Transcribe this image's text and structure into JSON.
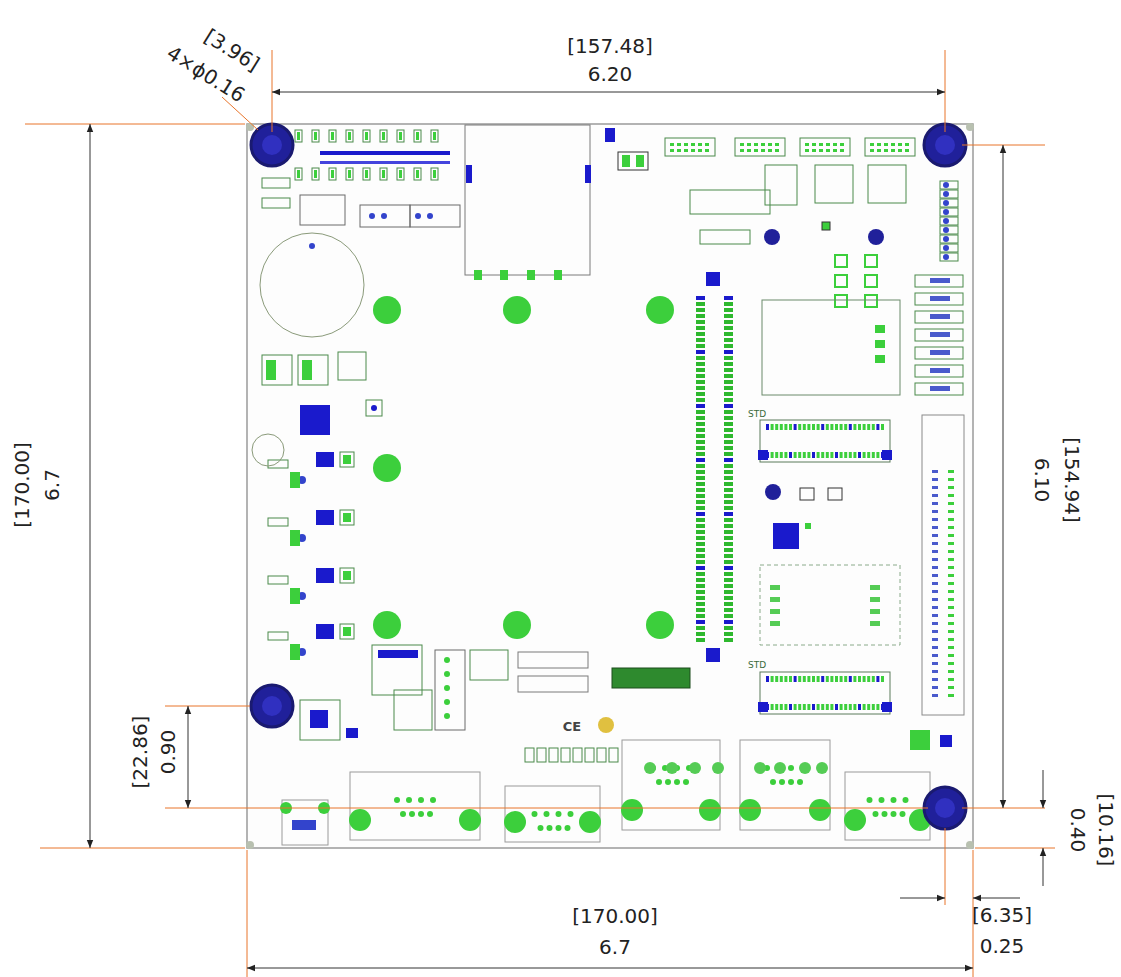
{
  "diagram": {
    "labels": [
      "[3.96]",
      "4×ϕ0.16",
      "[157.48]",
      "6.20",
      "[170.00]",
      "6.7",
      "[154.94]",
      "6.10",
      "[22.86]",
      "0.90",
      "[10.16]",
      "0.40",
      "[170.00]",
      "6.7",
      "[6.35]",
      "0.25",
      "STD",
      "STD",
      "CE"
    ]
  }
}
